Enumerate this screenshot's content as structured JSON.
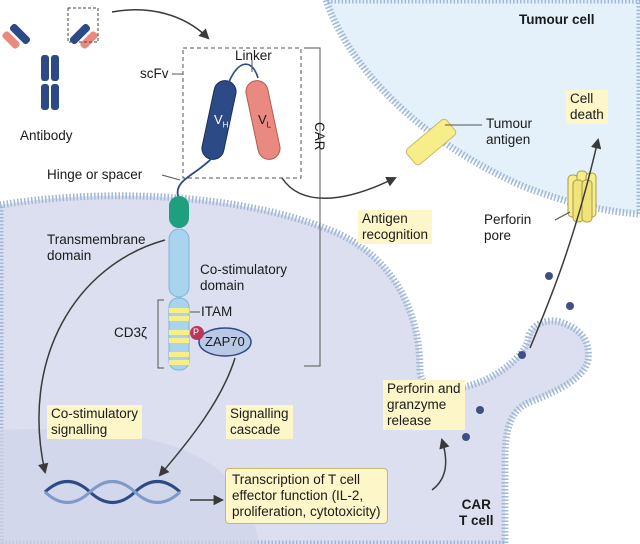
{
  "labels": {
    "tumour_cell": "Tumour cell",
    "antibody": "Antibody",
    "scfv": "scFv",
    "linker": "Linker",
    "vh_main": "V",
    "vh_sub": "H",
    "vl_main": "V",
    "vl_sub": "L",
    "car": "CAR",
    "hinge": "Hinge or spacer",
    "transmembrane": "Transmembrane\ndomain",
    "costim_domain": "Co-stimulatory\ndomain",
    "itam": "ITAM",
    "cd3z": "CD3ζ",
    "p": "P",
    "zap70": "ZAP70",
    "tumour_antigen": "Tumour\nantigen",
    "antigen_recognition": "Antigen\nrecognition",
    "cell_death": "Cell\ndeath",
    "perforin_pore": "Perforin\npore",
    "perforin_granzyme": "Perforin and\ngranzyme\nrelease",
    "costim_signalling": "Co-stimulatory\nsignalling",
    "signalling_cascade": "Signalling\ncascade",
    "transcription": "Transcription of T cell\neffector function (IL-2,\nproliferation, cytotoxicity)",
    "car_t_cell": "CAR\nT cell"
  },
  "colors": {
    "tumour_fill": "#e4f1fa",
    "tcell_fill": "#dcdff0",
    "membrane": "#9fb8d6",
    "navy": "#2c4a86",
    "salmon": "#e9897f",
    "teal": "#1f9e80",
    "light_blue": "#a9d4ee",
    "yellow": "#f7ee8a",
    "zap": "#b9c8e4",
    "p_red": "#b9375a",
    "dot": "#3f5184",
    "arrow": "#3a3a3a"
  }
}
